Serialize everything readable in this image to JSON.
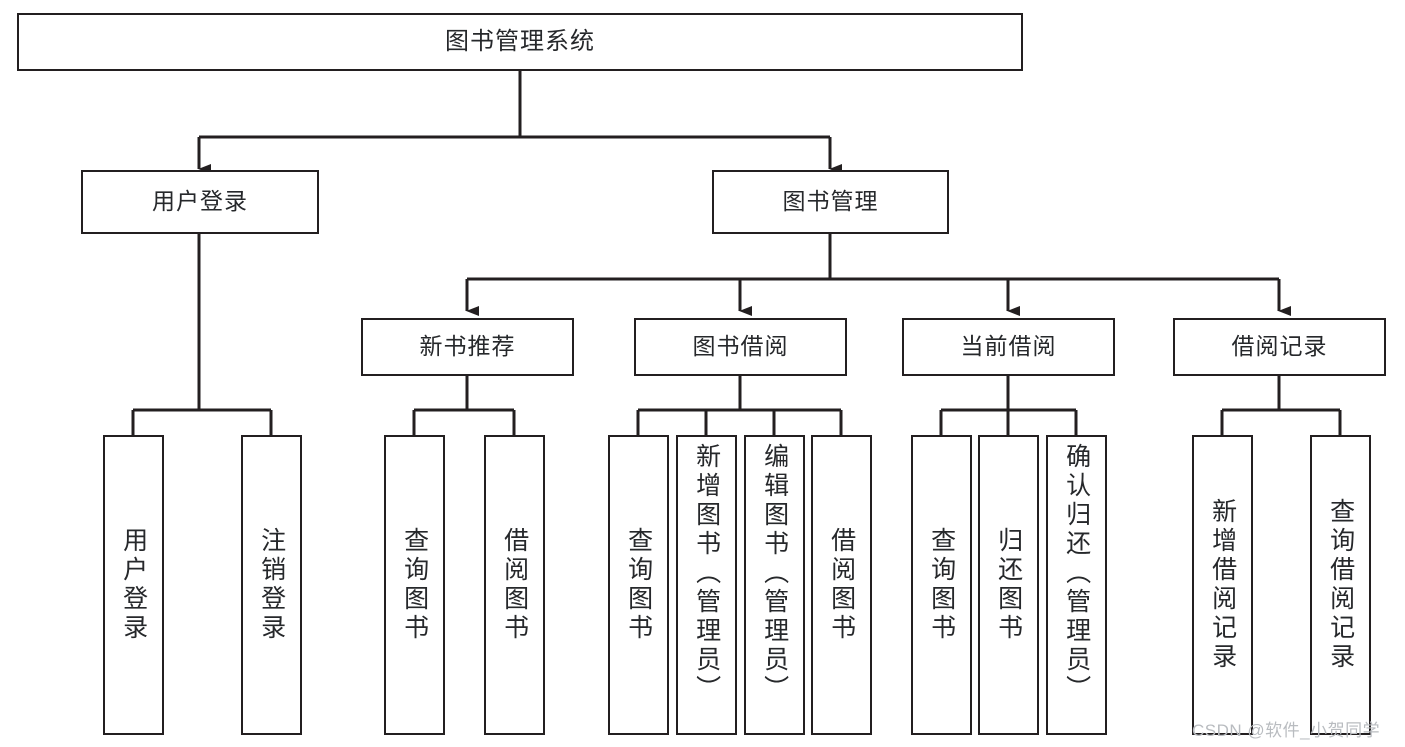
{
  "diagram": {
    "title": "图书管理系统",
    "type": "tree-hierarchy",
    "background_color": "#ffffff",
    "line_color": "#231f20",
    "box_border_color": "#231f20",
    "box_fill_color": "#ffffff",
    "text_color": "#26282b"
  },
  "nodes": {
    "root": {
      "label": "图书管理系统"
    },
    "level2": [
      {
        "label": "用户登录"
      },
      {
        "label": "图书管理"
      }
    ],
    "level3": [
      {
        "label": "新书推荐"
      },
      {
        "label": "图书借阅"
      },
      {
        "label": "当前借阅"
      },
      {
        "label": "借阅记录"
      }
    ],
    "leaves": {
      "user_login": [
        {
          "label": "用户登录"
        },
        {
          "label": "注销登录"
        }
      ],
      "new_book_recommend": [
        {
          "label": "查询图书"
        },
        {
          "label": "借阅图书"
        }
      ],
      "book_borrow": [
        {
          "label": "查询图书"
        },
        {
          "label": "新增图书（管理员）"
        },
        {
          "label": "编辑图书（管理员）"
        },
        {
          "label": "借阅图书"
        }
      ],
      "current_borrow": [
        {
          "label": "查询图书"
        },
        {
          "label": "归还图书"
        },
        {
          "label": "确认归还（管理员）"
        }
      ],
      "borrow_record": [
        {
          "label": "新增借阅记录"
        },
        {
          "label": "查询借阅记录"
        }
      ]
    }
  },
  "watermark": {
    "text": "CSDN @软件_小贺同学",
    "color": "#b9bcc0"
  }
}
